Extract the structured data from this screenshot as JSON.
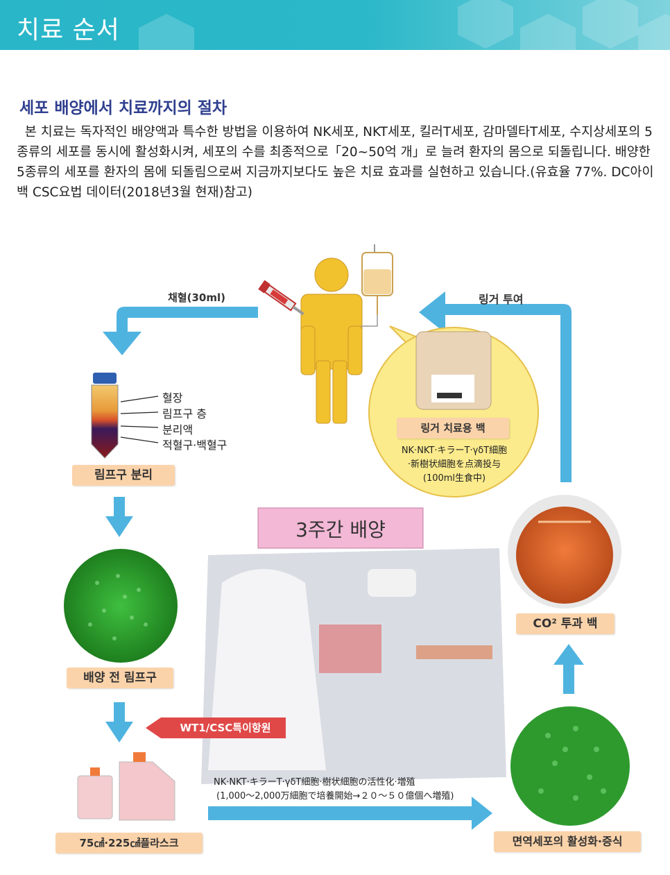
{
  "header": {
    "title": "치료 순서"
  },
  "section": {
    "subtitle": "세포 배양에서 치료까지의 절차",
    "intro": "본 치료는 독자적인 배양액과 특수한 방법을 이용하여 NK세포, NKT세포, 킬러T세포, 감마델타T세포, 수지상세포의 5종류의 세포를 동시에 활성화시켜, 세포의 수를 최종적으로「20~50억 개」로 늘려 환자의 몸으로 되돌립니다. 배양한 5종류의 세포를 환자의 몸에 되돌림으로써 지금까지보다도 높은 치료 효과를 실현하고 있습니다.(유효율 77%. DC아이백 CSC요법 데이터(2018년3월 현재)참고)"
  },
  "diagram": {
    "blood_draw": "채혈(30ml)",
    "infusion": "링거 투여",
    "tube_layers": [
      "혈장",
      "림프구 층",
      "분리액",
      "적혈구·백혈구"
    ],
    "step_lymph_separation": "림프구 분리",
    "culture_title": "3주간 배양",
    "step_pre_culture": "배양 전 림프구",
    "antigen_tag": "WT1/CSC특이항원",
    "step_flask": "75㎠·225㎠플라스크",
    "culture_note_line1": "NK·NKT·キラーT·γδT細胞·樹状細胞の活性化·増殖",
    "culture_note_line2": "(1,000～2,000万細胞で培養開始→２０～５０億個へ増殖)",
    "step_activation": "면역세포의 활성화·증식",
    "step_co2_bag": "CO² 투과 백",
    "infusion_bag_title": "링거 치료용 백",
    "infusion_bag_note1": "NK·NKT·キラーT·γδT細胞",
    "infusion_bag_note2": "·新樹状細胞を点滴投与",
    "infusion_bag_note3": "(100ml生食中)"
  },
  "colors": {
    "header": "#29b6c8",
    "subtitle": "#2f3f8f",
    "arrow": "#4fb3e0",
    "label_bg": "#fbd3aa",
    "person": "#f2c12e",
    "bubble": "#fbeb8c",
    "culture_title_bg": "#f3b8d6",
    "antigen_tag_bg": "#e04848",
    "cells": "#2e9a2e"
  }
}
